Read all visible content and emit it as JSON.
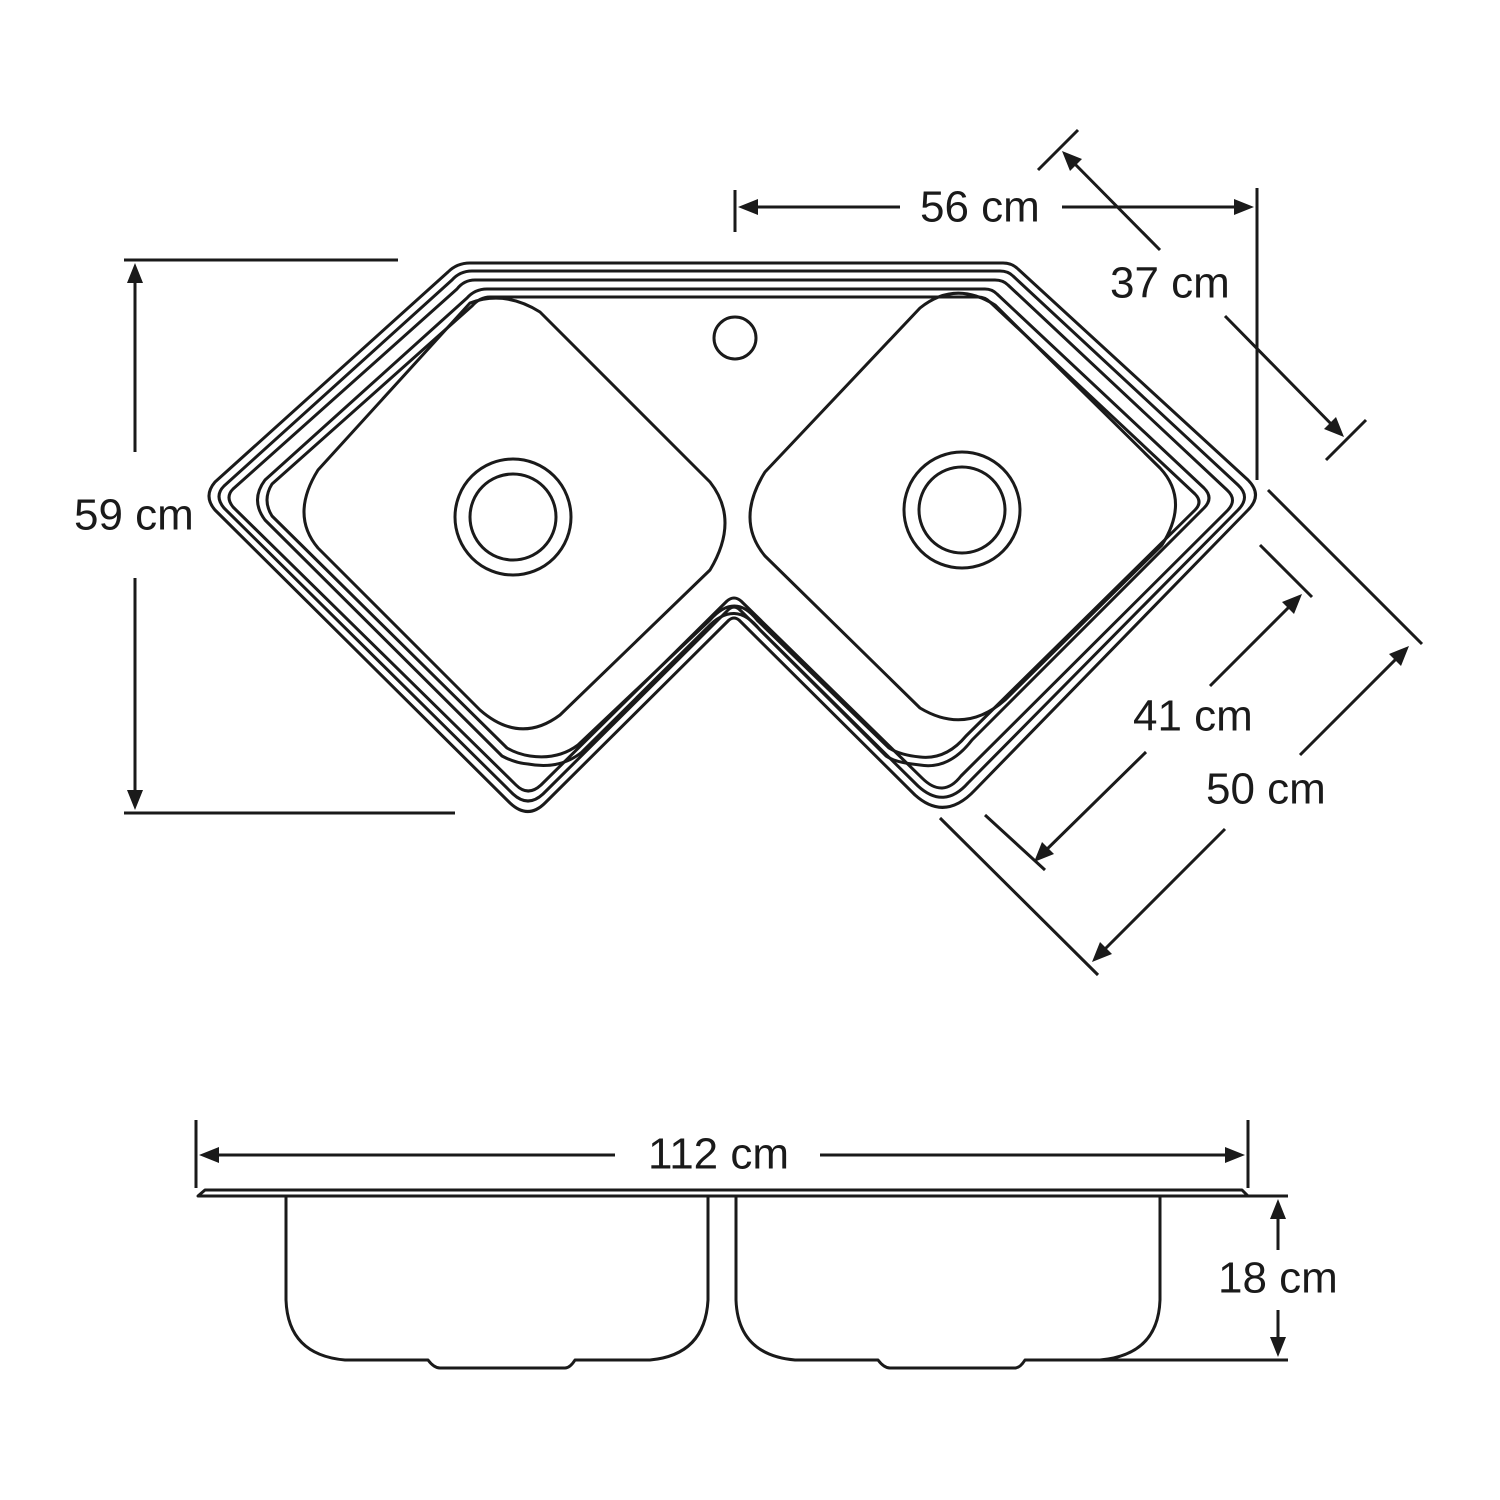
{
  "dimensions": {
    "width_top": "56 cm",
    "depth_angled": "37 cm",
    "overall_height": "59 cm",
    "bowl_side": "41 cm",
    "outer_side": "50 cm",
    "total_width": "112 cm",
    "bowl_depth": "18 cm"
  }
}
